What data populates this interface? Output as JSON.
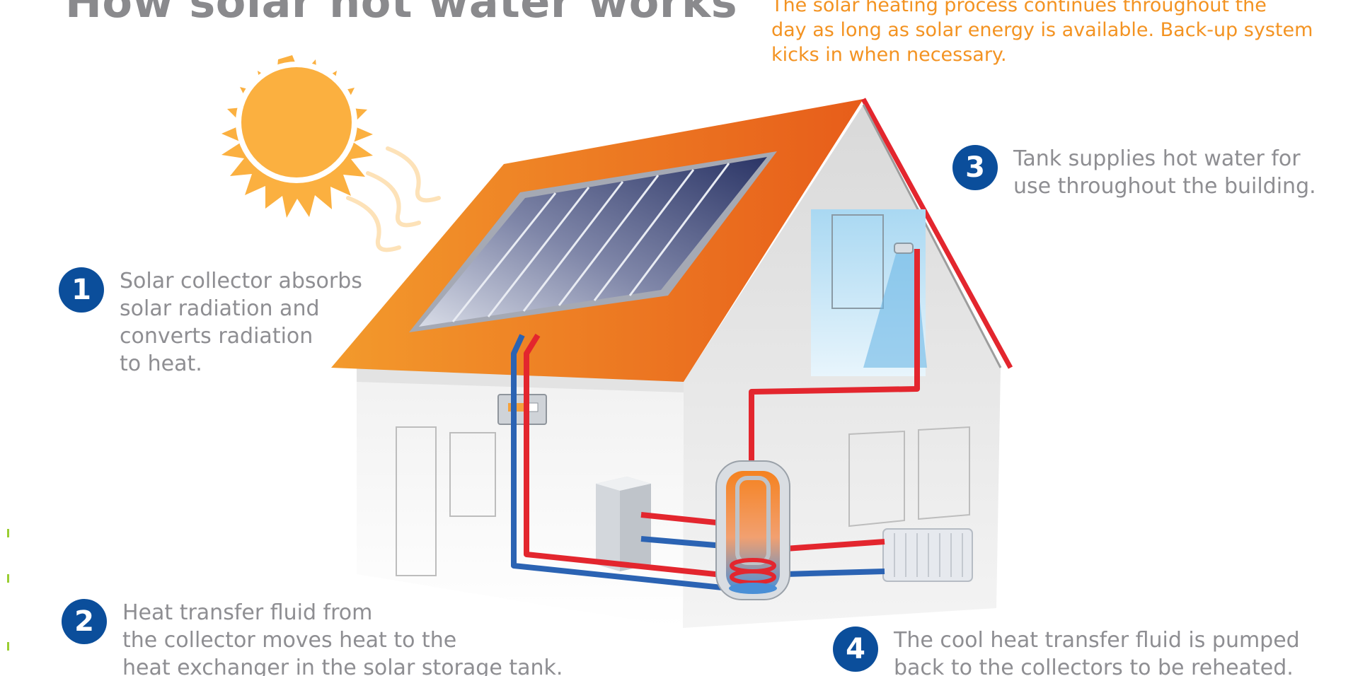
{
  "title": "How solar hot water works",
  "note": {
    "lines": [
      "The solar heating process continues throughout the",
      "day as long as solar energy is available. Back-up system",
      "kicks in when necessary."
    ]
  },
  "steps": [
    {
      "number": "1",
      "lines": [
        "Solar collector absorbs",
        "solar radiation and",
        "converts radiation",
        "to heat."
      ]
    },
    {
      "number": "2",
      "lines": [
        "Heat transfer fluid from",
        "the collector moves heat to the",
        "heat exchanger in the solar storage tank."
      ]
    },
    {
      "number": "3",
      "lines": [
        "Tank supplies hot water for",
        "use throughout the building."
      ]
    },
    {
      "number": "4",
      "lines": [
        "The cool heat transfer fluid is pumped",
        "back to the collectors to be reheated."
      ]
    }
  ],
  "colors": {
    "title": "#8a8a8d",
    "note": "#f39322",
    "badge": "#0b4e9b",
    "step_text": "#8e8e92",
    "roof": "#ee6a1e",
    "hot_pipe": "#e3262e",
    "cold_pipe": "#2b63b3",
    "sun": "#fbb040"
  }
}
